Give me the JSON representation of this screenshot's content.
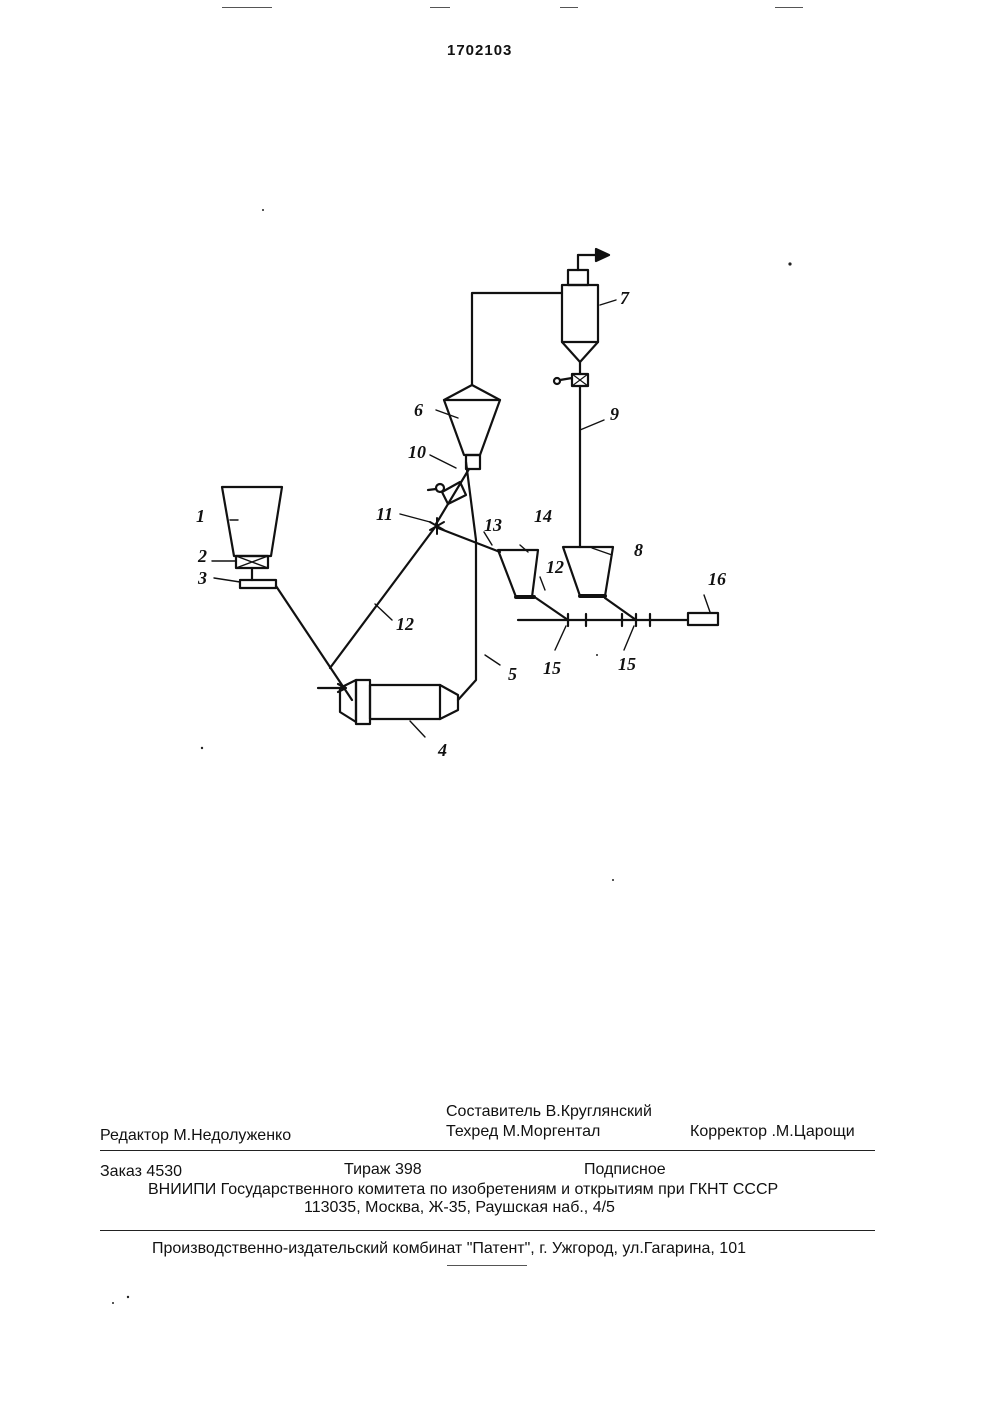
{
  "header": {
    "patent_number": "1702103"
  },
  "diagram": {
    "labels": {
      "n1": "1",
      "n2": "2",
      "n3": "3",
      "n4": "4",
      "n5": "5",
      "n6": "6",
      "n7": "7",
      "n8": "8",
      "n9": "9",
      "n10": "10",
      "n11": "11",
      "n12a": "12",
      "n12b": "12",
      "n13": "13",
      "n14": "14",
      "n15a": "15",
      "n15b": "15",
      "n16": "16"
    }
  },
  "footer": {
    "compiler": "Составитель В.Круглянский",
    "editor": "Редактор М.Недолуженко",
    "techred": "Техред М.Моргентал",
    "corrector": "Корректор .М.Царощи",
    "order": "Заказ 4530",
    "print_run": "Тираж 398",
    "subscription": "Подписное",
    "institution": "ВНИИПИ Государственного комитета по изобретениям и открытиям при ГКНТ СССР",
    "address": "113035, Москва, Ж-35, Раушская наб., 4/5",
    "publisher": "Производственно-издательский комбинат \"Патент\", г. Ужгород, ул.Гагарина, 101"
  }
}
